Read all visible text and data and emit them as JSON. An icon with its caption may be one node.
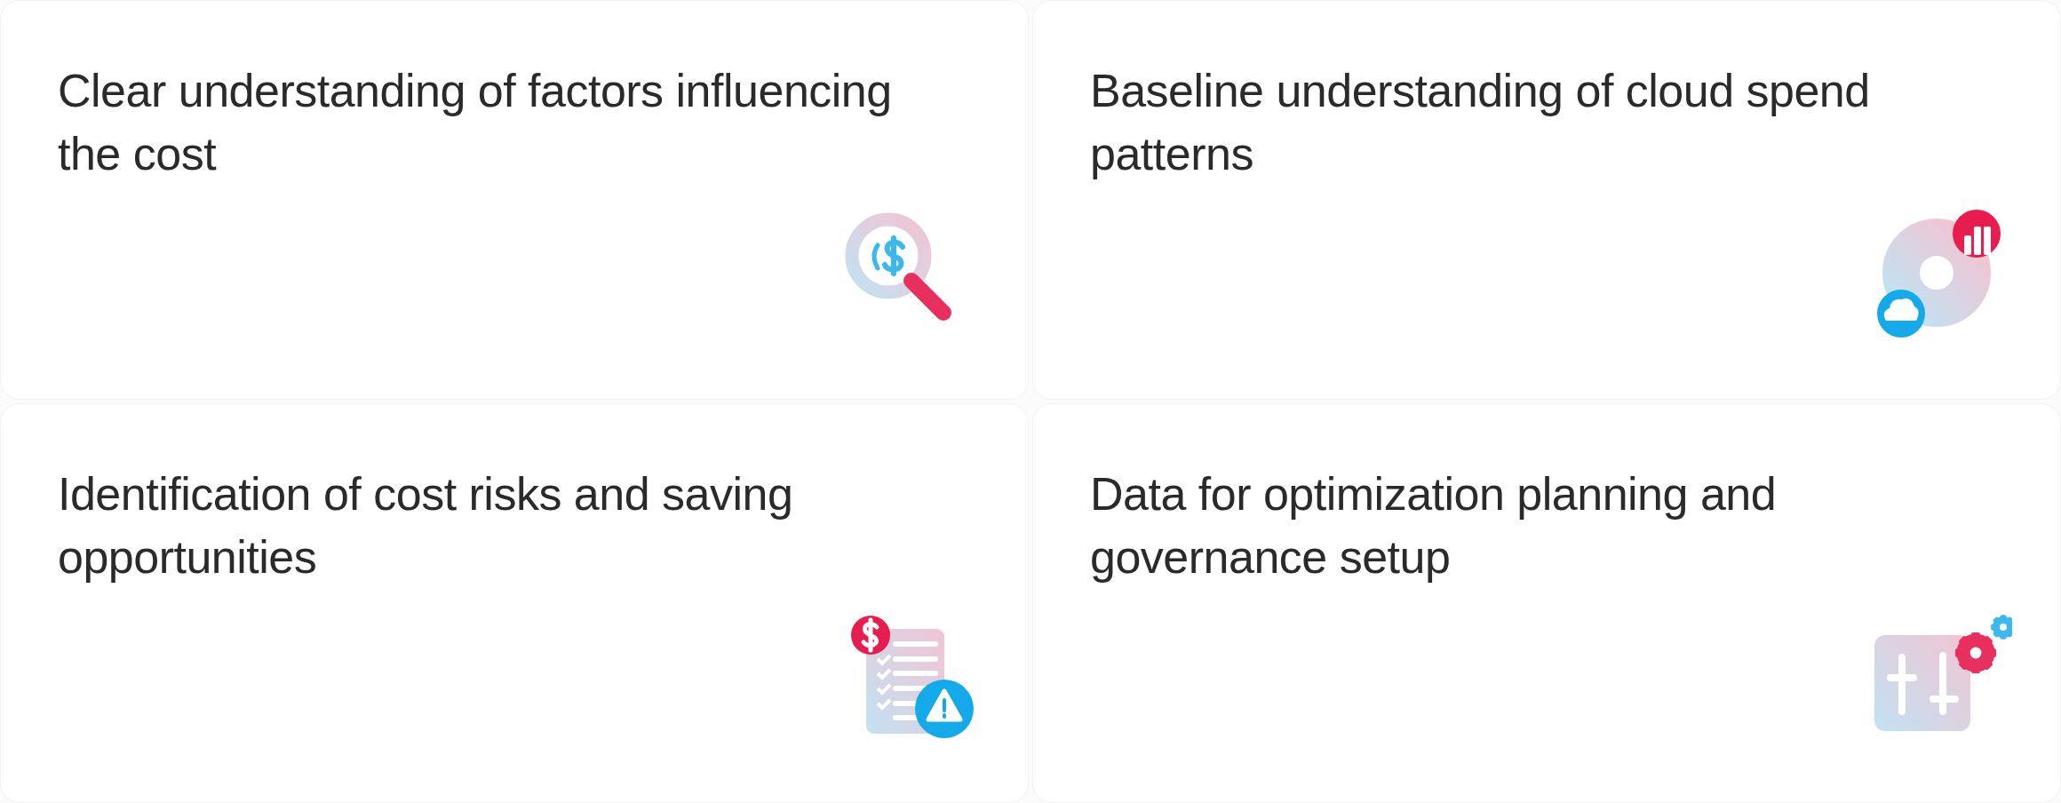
{
  "diagram": {
    "nodes": [
      {
        "text": [
          "Clear understanding of factors influencing the cost"
        ]
      },
      {
        "text": [
          "Baseline understanding of cloud spend patterns"
        ]
      },
      {
        "text": [
          "Identification of cost risks and saving opportunities"
        ]
      },
      {
        "text": [
          "Data for optimization planning and governance setup"
        ]
      }
    ]
  }
}
